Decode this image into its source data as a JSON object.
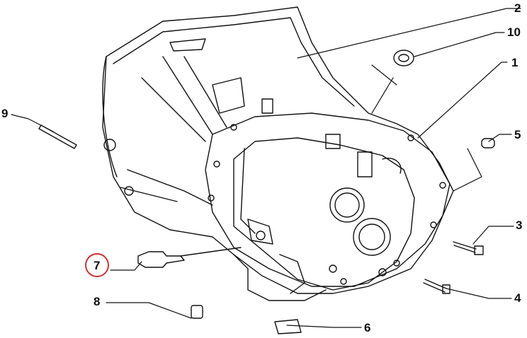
{
  "diagram": {
    "callouts": [
      {
        "id": "2",
        "label": "2"
      },
      {
        "id": "10",
        "label": "10"
      },
      {
        "id": "1",
        "label": "1"
      },
      {
        "id": "9",
        "label": "9"
      },
      {
        "id": "5",
        "label": "5"
      },
      {
        "id": "3",
        "label": "3"
      },
      {
        "id": "7",
        "label": "7",
        "highlighted": true
      },
      {
        "id": "8",
        "label": "8"
      },
      {
        "id": "4",
        "label": "4"
      },
      {
        "id": "6",
        "label": "6"
      }
    ],
    "highlight_color": "#d0312d"
  }
}
